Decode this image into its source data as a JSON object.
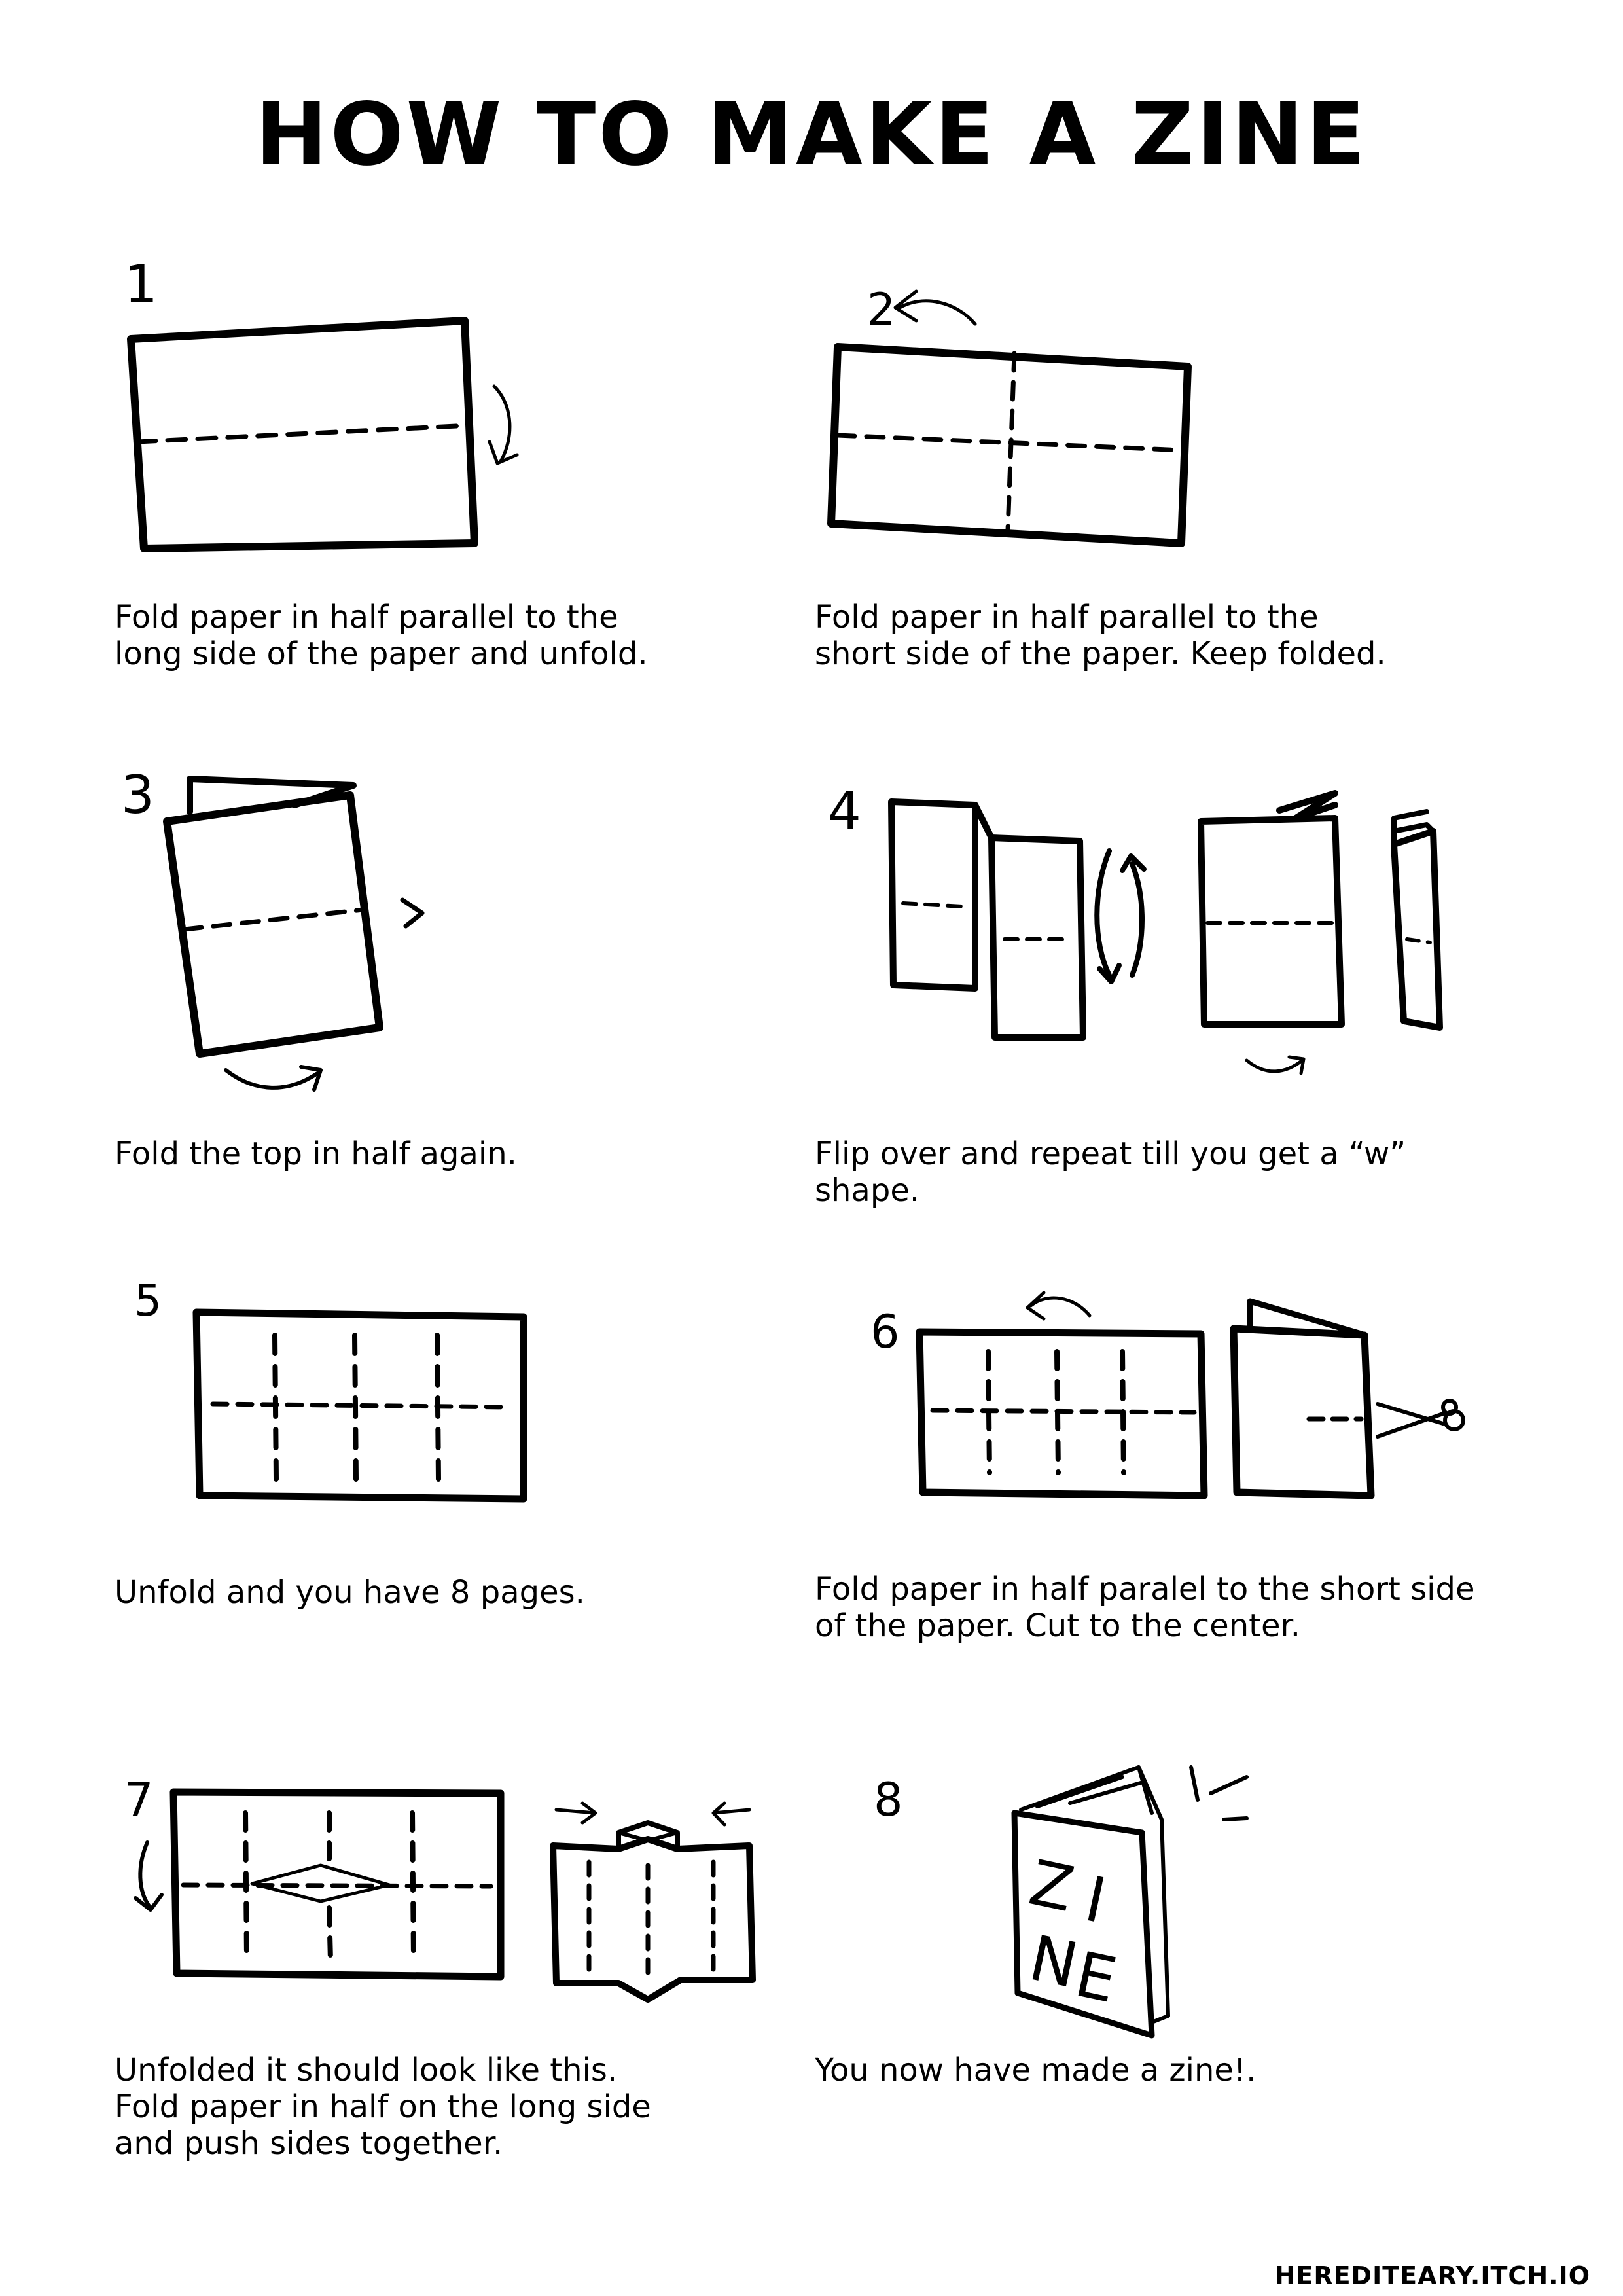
{
  "title": "HOW TO MAKE A ZINE",
  "steps": [
    {
      "number": "1",
      "caption_lines": [
        "Fold paper in half parallel to the",
        "long side of the paper and unfold."
      ]
    },
    {
      "number": "2",
      "caption_lines": [
        "Fold paper in half parallel to the",
        "short side of the paper. Keep folded."
      ]
    },
    {
      "number": "3",
      "caption_lines": [
        "Fold the top in half again."
      ]
    },
    {
      "number": "4",
      "caption_lines": [
        "Flip over and repeat till you get a “w”",
        "shape."
      ]
    },
    {
      "number": "5",
      "caption_lines": [
        "Unfold and you have 8 pages."
      ]
    },
    {
      "number": "6",
      "caption_lines": [
        "Fold paper in half paralel to the short side",
        "of the paper. Cut to the center."
      ]
    },
    {
      "number": "7",
      "caption_lines": [
        "Unfolded it should look like this.",
        "Fold paper in half on the long side",
        "and push sides together."
      ]
    },
    {
      "number": "8",
      "caption_lines": [
        "You now have made a zine!."
      ]
    }
  ],
  "zine_cover_letters": [
    "Z",
    "I",
    "N",
    "E"
  ],
  "footer": "HEREDITEARY.ITCH.IO"
}
